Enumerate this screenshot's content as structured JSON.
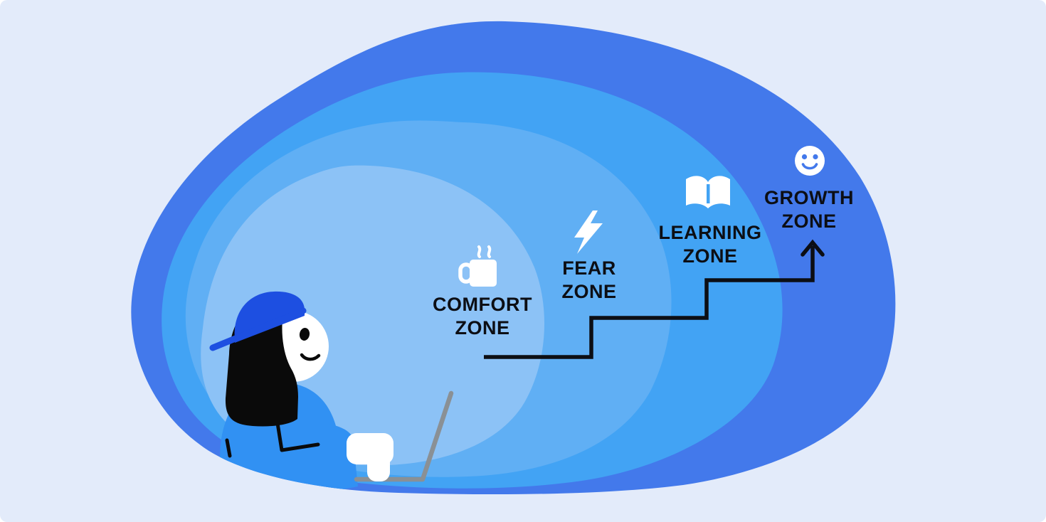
{
  "diagram": {
    "title_hidden": "",
    "zones": [
      {
        "id": "comfort",
        "line1": "COMFORT",
        "line2": "ZONE",
        "icon": "coffee-mug-icon",
        "color": "#8CC2F6"
      },
      {
        "id": "fear",
        "line1": "FEAR",
        "line2": "ZONE",
        "icon": "lightning-bolt-icon",
        "color": "#60AFF4"
      },
      {
        "id": "learning",
        "line1": "LEARNING",
        "line2": "ZONE",
        "icon": "open-book-icon",
        "color": "#42A3F4"
      },
      {
        "id": "growth",
        "line1": "GROWTH",
        "line2": "ZONE",
        "icon": "smiley-face-icon",
        "color": "#4379EB"
      }
    ],
    "palette": {
      "panel_background": "#E3EBFA",
      "growth_blob": "#4379EB",
      "learning_blob": "#42A3F4",
      "fear_blob": "#60AFF4",
      "comfort_blob": "#8CC2F6",
      "cap_blue": "#1D4FE1",
      "body_blue": "#3191F3",
      "laptop_gray": "#8A9095",
      "line_black": "#0C0E14",
      "icon_white": "#FFFFFF"
    },
    "figure": "person-in-cap-with-laptop",
    "path_style": "staircase-with-arrow"
  }
}
